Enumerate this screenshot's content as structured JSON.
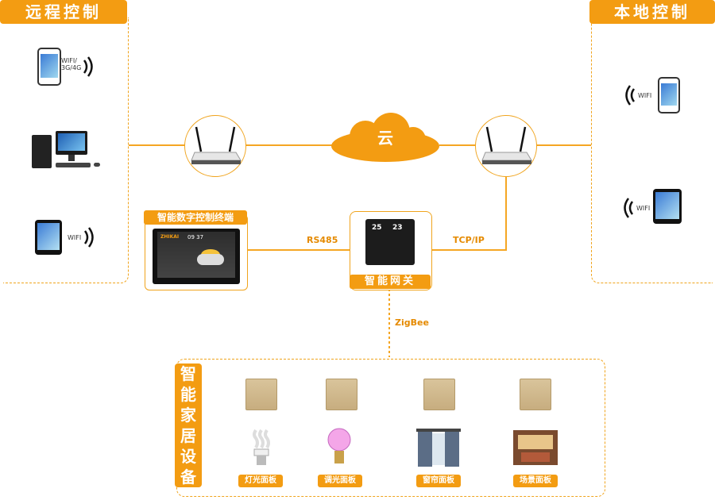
{
  "remote": {
    "title": "远程控制",
    "phone_label": "WIFI/\n3G/4G",
    "tablet_label": "WIFI"
  },
  "local": {
    "title": "本地控制",
    "phone_label": "WIFI",
    "tablet_label": "WIFI"
  },
  "cloud_label": "云",
  "terminal": {
    "title": "智能数字控制终端",
    "screen_brand": "ZHIKAI",
    "screen_time": "09 37"
  },
  "gateway": {
    "title": "智能网关",
    "temp1": "25",
    "temp2": "23"
  },
  "links": {
    "rs485": "RS485",
    "tcpip": "TCP/IP",
    "zigbee": "ZigBee"
  },
  "devices": {
    "title_chars": [
      "智",
      "能",
      "家",
      "居",
      "设",
      "备"
    ],
    "items": [
      {
        "label": "灯光面板",
        "device": "cfl-bulb"
      },
      {
        "label": "调光面板",
        "device": "dimmable-bulb"
      },
      {
        "label": "窗帘面板",
        "device": "curtain"
      },
      {
        "label": "场景面板",
        "device": "room-scene"
      }
    ]
  },
  "colors": {
    "accent": "#f39c12",
    "dashed": "#f0a41d",
    "line": "#f5a623"
  }
}
